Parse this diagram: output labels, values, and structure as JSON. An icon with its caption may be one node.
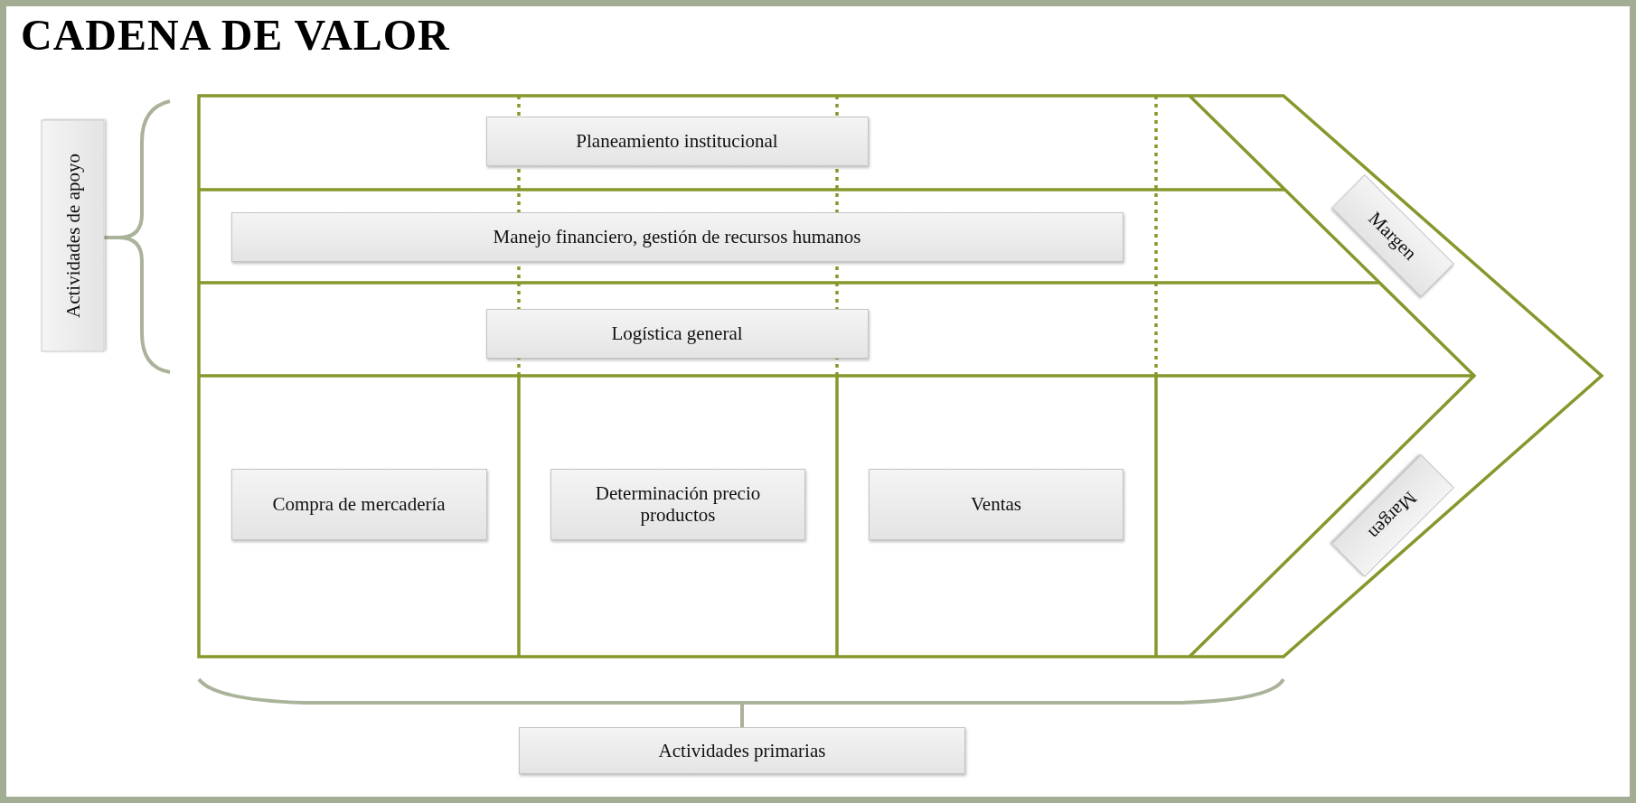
{
  "diagram": {
    "title": "CADENA DE VALOR",
    "nodes": [
      {
        "text": [
          "Actividades de apoyo"
        ]
      },
      {
        "text": [
          "Planeamiento institucional"
        ]
      },
      {
        "text": [
          "Manejo financiero, gestión de recursos humanos"
        ]
      },
      {
        "text": [
          "Margen"
        ]
      },
      {
        "text": [
          "Logística general"
        ]
      },
      {
        "text": [
          "Compra de mercadería"
        ]
      },
      {
        "text": [
          "Determinación precio productos"
        ]
      },
      {
        "text": [
          "Ventas"
        ]
      },
      {
        "text": [
          "Margen"
        ]
      },
      {
        "text": [
          "Actividades primarias"
        ]
      }
    ]
  }
}
